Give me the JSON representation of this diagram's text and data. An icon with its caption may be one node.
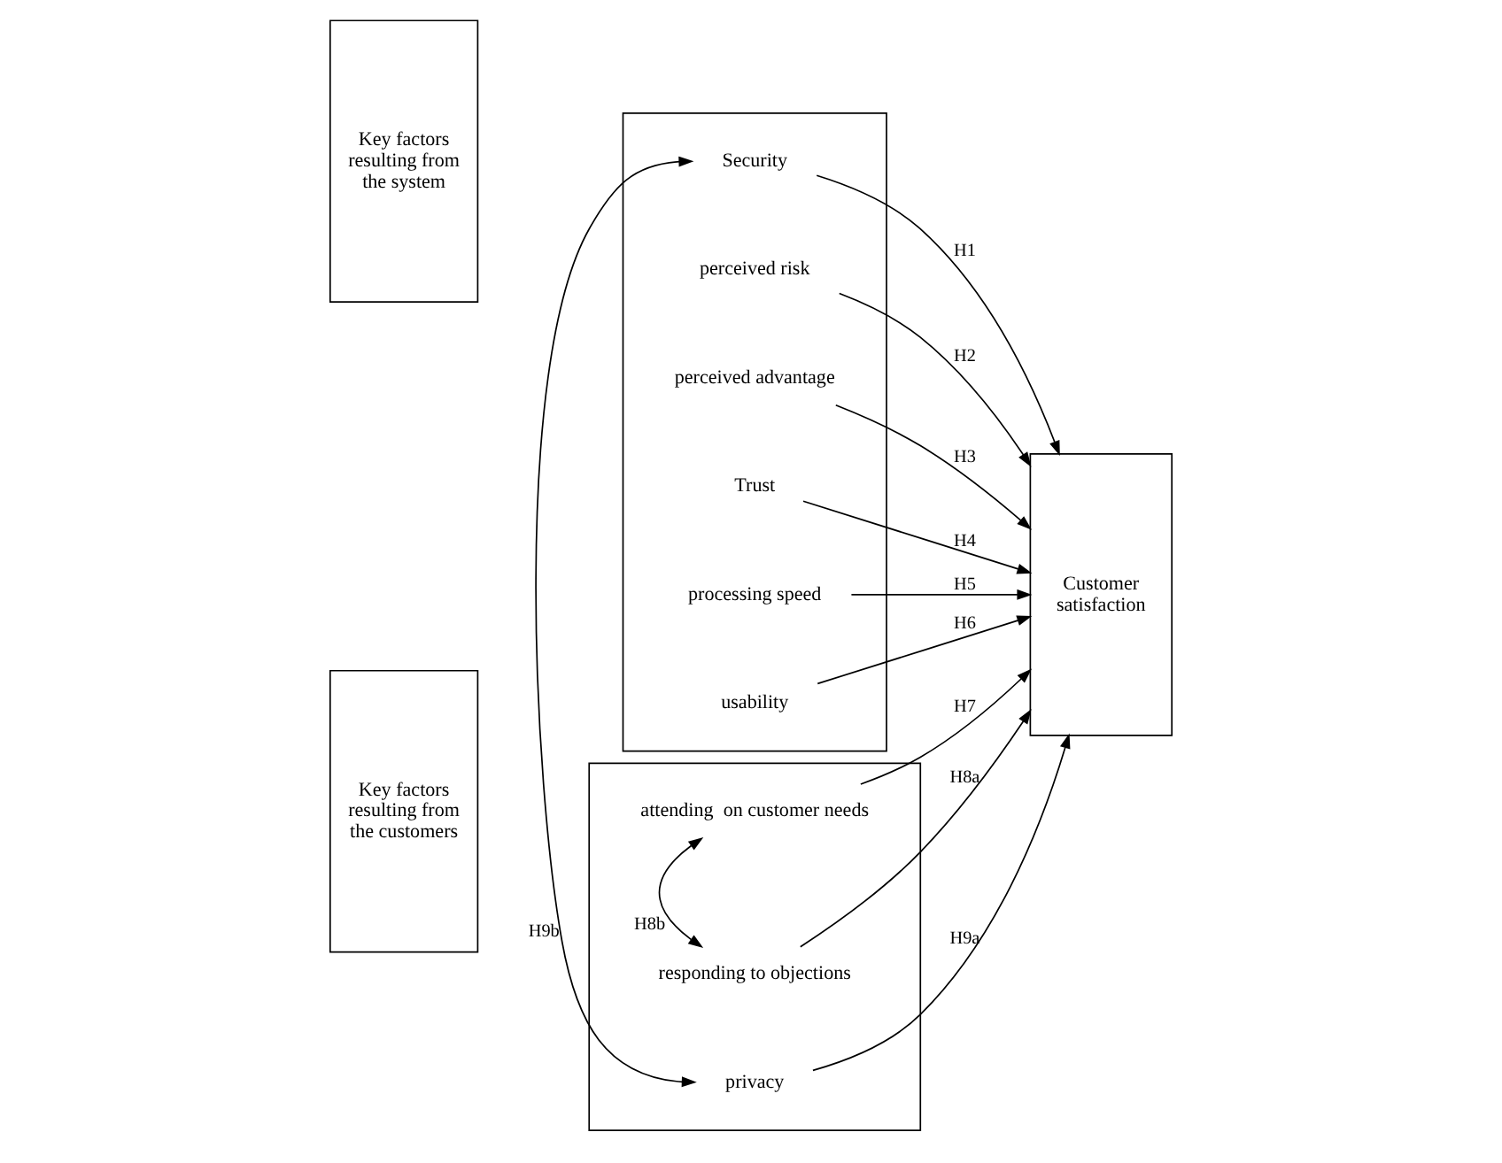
{
  "diagram": {
    "nodes": [
      {
        "text": [
          "Key factors resulting from the system"
        ]
      },
      {
        "text": [
          "Key factors resulting from the customers"
        ]
      },
      {
        "text": [],
        "shape": "box"
      },
      {
        "text": [
          "Security"
        ],
        "in": 2
      },
      {
        "text": [
          "perceived risk"
        ],
        "in": 2
      },
      {
        "text": [
          "perceived advantage"
        ],
        "in": 2
      },
      {
        "text": [
          "Trust"
        ],
        "in": 2
      },
      {
        "text": [
          "processing speed"
        ],
        "in": 2
      },
      {
        "text": [
          "usability"
        ],
        "in": 2
      },
      {
        "text": [],
        "shape": "box"
      },
      {
        "text": [
          "attending  on customer needs"
        ],
        "in": 9
      },
      {
        "text": [
          "responding to objections"
        ],
        "in": 9
      },
      {
        "text": [
          "privacy"
        ],
        "in": 9
      },
      {
        "text": [
          "Customer satisfaction"
        ]
      }
    ],
    "edges": [
      {
        "from": 3,
        "to": 13,
        "arrow": "to",
        "label": "H1"
      },
      {
        "from": 4,
        "to": 13,
        "arrow": "to",
        "label": "H2"
      },
      {
        "from": 5,
        "to": 13,
        "arrow": "to",
        "label": "H3"
      },
      {
        "from": 6,
        "to": 13,
        "arrow": "to",
        "label": "H4"
      },
      {
        "from": 7,
        "to": 13,
        "arrow": "to",
        "label": "H5"
      },
      {
        "from": 8,
        "to": 13,
        "arrow": "to",
        "label": "H6"
      },
      {
        "from": 10,
        "to": 13,
        "arrow": "to",
        "label": "H7"
      },
      {
        "from": 11,
        "to": 13,
        "arrow": "to",
        "label": "H8a"
      },
      {
        "from": 12,
        "to": 13,
        "arrow": "to",
        "label": "H9a"
      },
      {
        "from": 10,
        "to": 11,
        "arrow": "both",
        "label": "H8b"
      },
      {
        "from": 12,
        "to": 3,
        "arrow": "both",
        "label": "H9b"
      }
    ]
  }
}
